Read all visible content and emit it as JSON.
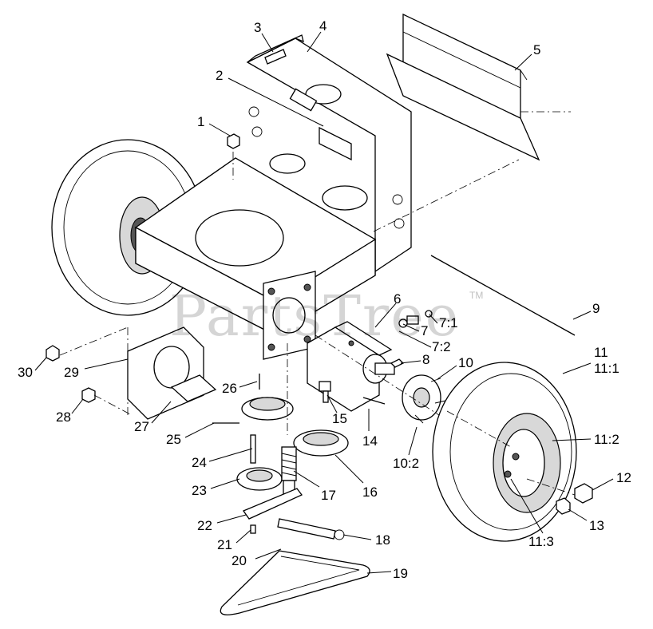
{
  "watermark": {
    "text": "PartsTree",
    "mark": "TM"
  },
  "callouts": [
    "1",
    "2",
    "3",
    "4",
    "5",
    "6",
    "7",
    "7:1",
    "7:2",
    "8",
    "9",
    "10",
    "10:2",
    "11",
    "11:1",
    "11:2",
    "11:3",
    "12",
    "13",
    "14",
    "15",
    "16",
    "17",
    "18",
    "19",
    "20",
    "21",
    "22",
    "23",
    "24",
    "25",
    "26",
    "27",
    "28",
    "29",
    "30"
  ]
}
